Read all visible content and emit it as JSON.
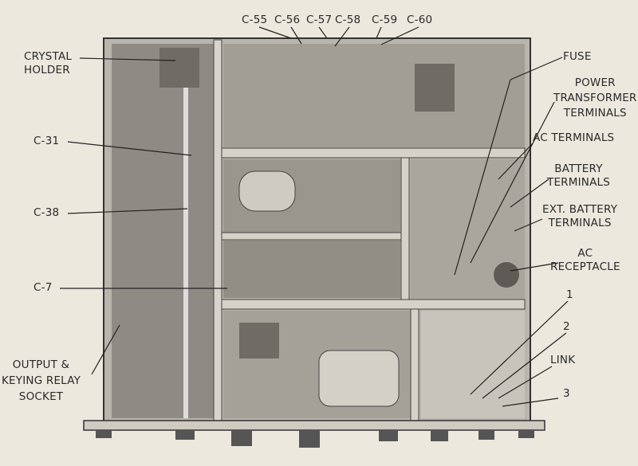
{
  "top_labels": [
    "C-55",
    "C-56",
    "C-57",
    "C-58",
    "C-59",
    "C-60"
  ],
  "left_labels": {
    "crystal_holder": [
      "CRYSTAL",
      "HOLDER"
    ],
    "c31": "C-31",
    "c38": "C-38",
    "c7": "C-7",
    "output_socket": [
      "OUTPUT &",
      "KEYING RELAY",
      "SOCKET"
    ]
  },
  "right_labels": {
    "fuse": "FUSE",
    "power_transformer": [
      "POWER",
      "TRANSFORMER",
      "TERMINALS"
    ],
    "ac_terminals": "AC TERMINALS",
    "battery_terminals": [
      "BATTERY",
      "TERMINALS"
    ],
    "ext_battery_terminals": [
      "EXT. BATTERY",
      "TERMINALS"
    ],
    "ac_receptacle": [
      "AC",
      "RECEPTACLE"
    ],
    "one": "1",
    "two": "2",
    "link": "LINK",
    "three": "3"
  }
}
